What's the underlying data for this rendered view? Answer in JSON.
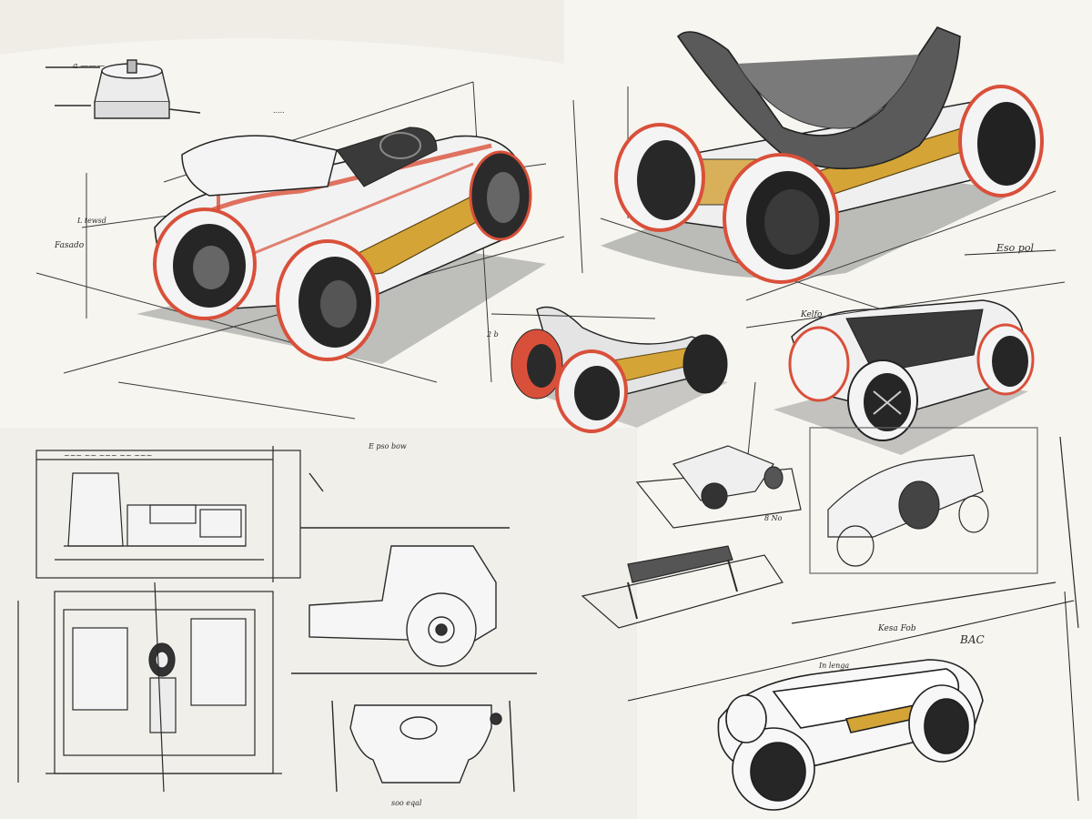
{
  "sheet": {
    "background": "#f7f5ef",
    "ink": "#1f1f1f",
    "accent_red": "#d9503a",
    "accent_gold": "#d4a437",
    "shadow": "#9a9a9a"
  },
  "annotations": {
    "label_top_right": "Eso pol",
    "label_mid_right": "Kelfo",
    "label_small_1": "2 b",
    "label_small_2": "8 No",
    "label_bottom_right": "BAC",
    "label_bottom_mid": "Kesa Fob",
    "label_small_3": "In lenga"
  }
}
